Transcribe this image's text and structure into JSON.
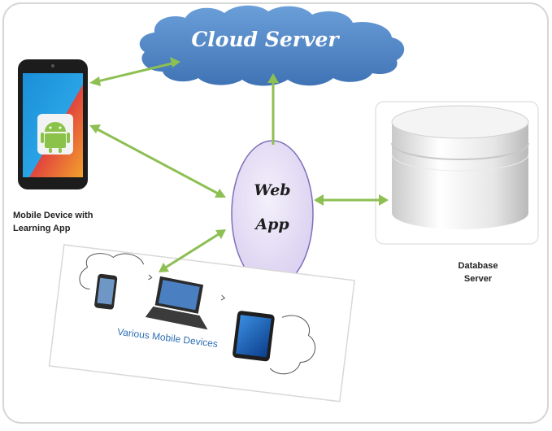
{
  "cloud_label": "Cloud Server",
  "web_app": {
    "line1": "Web",
    "line2": "App"
  },
  "mobile_label": {
    "line1": "Mobile Device with",
    "line2": "Learning App"
  },
  "database_label": {
    "line1": "Database",
    "line2": "Server"
  },
  "devices_label": "Various Mobile Devices",
  "colors": {
    "arrow": "#8dbf53",
    "cloud": "#4f86c6",
    "webapp_fill": "#e3dcf3",
    "webapp_stroke": "#7e6fb8",
    "devices_text": "#2f6fb3"
  }
}
